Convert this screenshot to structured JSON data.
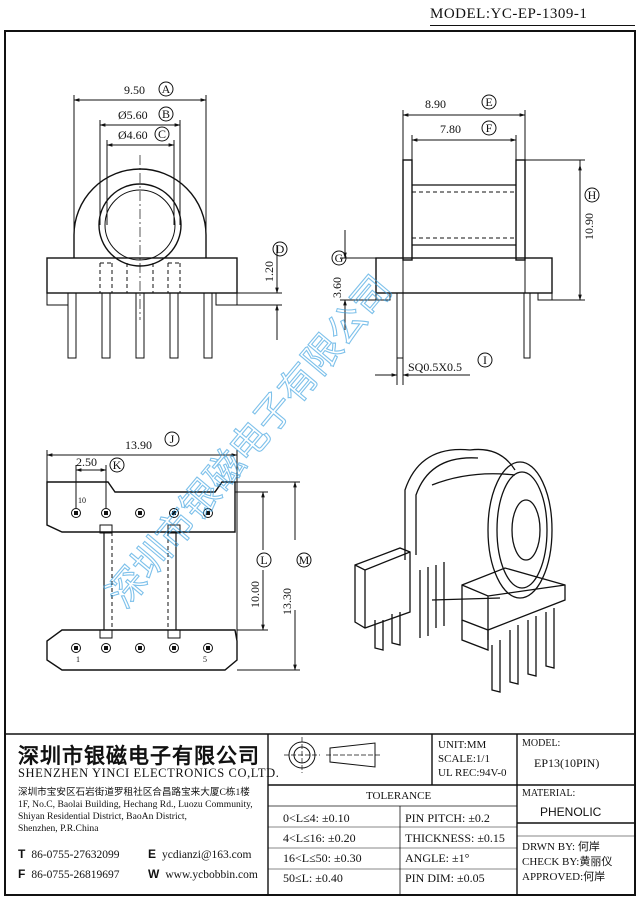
{
  "header": {
    "model_label": "MODEL:YC-EP-1309-1"
  },
  "watermark": {
    "text": "深圳市银磁电子有限公司"
  },
  "dimensions": {
    "front_view": [
      {
        "value": "9.50",
        "tag": "A"
      },
      {
        "value": "Ø5.60",
        "tag": "B"
      },
      {
        "value": "Ø4.60",
        "tag": "C"
      },
      {
        "value": "1.20",
        "tag": "D"
      }
    ],
    "side_view": [
      {
        "value": "8.90",
        "tag": "E"
      },
      {
        "value": "7.80",
        "tag": "F"
      },
      {
        "value": "3.60",
        "tag": "G"
      },
      {
        "value": "10.90",
        "tag": "H"
      },
      {
        "value": "SQ0.5X0.5",
        "tag": "I"
      }
    ],
    "bottom_view": [
      {
        "value": "13.90",
        "tag": "J"
      },
      {
        "value": "2.50",
        "tag": "K"
      },
      {
        "value": "10.00",
        "tag": "L"
      },
      {
        "value": "13.30",
        "tag": "M"
      }
    ],
    "pin_labels": [
      "10",
      "1",
      "5"
    ]
  },
  "company": {
    "name_cn": "深圳市银磁电子有限公司",
    "name_en": "SHENZHEN YINCI ELECTRONICS CO,LTD.",
    "address_cn": "深圳市宝安区石岩街道罗租社区合昌路宝来大厦C栋1楼",
    "address_en": [
      "1F, No.C, Baolai Building, Hechang Rd., Luozu Community,",
      "Shiyan Residential District, BaoAn District,",
      "Shenzhen, P.R.China"
    ],
    "tel_label": "T",
    "tel": "86-0755-27632099",
    "fax_label": "F",
    "fax": "86-0755-26819697",
    "email_label": "E",
    "email": "ycdianzi@163.com",
    "web_label": "W",
    "web": "www.ycbobbin.com"
  },
  "info": {
    "unit": "UNIT:MM",
    "scale": "SCALE:1/1",
    "ul": "UL REC:94V-0",
    "model_label": "MODEL:",
    "model_value": "EP13(10PIN)",
    "material_label": "MATERIAL:",
    "material_value": "PHENOLIC",
    "drawn": "DRWN BY: 何岸",
    "check": "CHECK BY:黄丽仪",
    "approved": "APPROVED:何岸"
  },
  "tolerance": {
    "title": "TOLERANCE",
    "left": [
      "0<L≤4: ±0.10",
      "4<L≤16: ±0.20",
      "16<L≤50: ±0.30",
      "50≤L: ±0.40"
    ],
    "right": [
      "PIN PITCH: ±0.2",
      "THICKNESS: ±0.15",
      "ANGLE: ±1°",
      "PIN DIM: ±0.05"
    ]
  }
}
